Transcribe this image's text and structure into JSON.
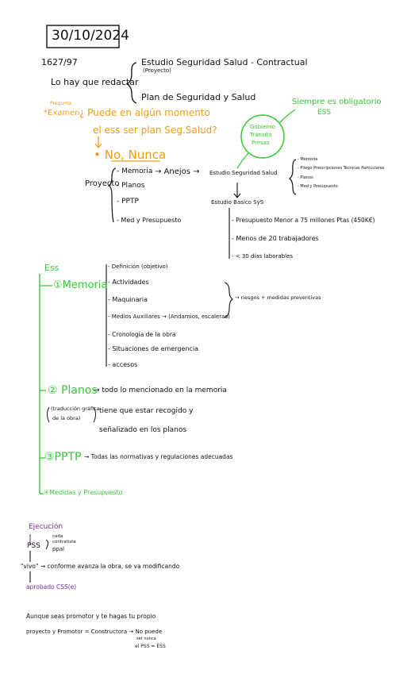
{
  "palette": {
    "black": "#111111",
    "orange": "#f39c12",
    "green": "#37c837",
    "purple": "#7a2aa0"
  },
  "date": "30/10/2024",
  "header": {
    "law": "1627/97",
    "lo_hay": "Lo hay que redactar",
    "branch1": "Estudio Seguridad Salud - Contractual",
    "branch1_sub": "(Proyecto)",
    "branch2": "Plan de Seguridad y Salud",
    "green_note_1": "Siempre es obligatorio",
    "green_note_2": "ESS",
    "circle_lines": [
      "Gobierno",
      "Tránsito",
      "Presas"
    ]
  },
  "exam": {
    "label_small": "Pregunta",
    "label": "*Examen",
    "q1": "¿ Puede en algún momento",
    "q2": "el ess ser plan Seg.Salud?",
    "answer": "• No, Nunca"
  },
  "proyecto": {
    "label": "Proyecto",
    "items": [
      "- Memoria",
      "- Planos",
      "- PPTP",
      "- Med y Presupuesto"
    ],
    "anejos": "→ Anejos →",
    "ess": "Estudio Seguridad Salud",
    "ess_items": [
      "- Memoria",
      "- Pliego Prescripciones Técnicas Particulares",
      "- Planos",
      "- Med y Presupuesto"
    ],
    "basico": "Estudio Basico SyS",
    "basico_items": [
      "- Presupuesto Menor a 75 millones Ptas (450K€)",
      "- Menos de 20 trabajadores",
      "- < 30 días laborables"
    ]
  },
  "ess_section": {
    "label": "Ess",
    "memoria": "①Memoria",
    "memoria_items": [
      "- Definición (objetivo)",
      "- Actividades",
      "- Maquinaria",
      "- Medios Auxiliares → (Andamios, escaleras)",
      "- Cronología de la obra",
      "- Situaciones de emergencia",
      "- accesos"
    ],
    "riesgos": "→ riesgos + medidas preventivas",
    "planos": "② Planos",
    "planos_desc1": "→ todo lo mencionado en la memoria",
    "planos_desc2": "tiene que estar recogido y",
    "planos_desc3": "señalizado en los planos",
    "planos_note": [
      "(traducción gráfica",
      "de la obra)"
    ],
    "pptp": "③PPTP",
    "pptp_desc": "→ Todas las normativas y regulaciones adecuadas",
    "medidas": "④Medidas y Presupuesto"
  },
  "ejecucion": {
    "title": "Ejecución",
    "pss": "PSS",
    "pss_notes": [
      "cada",
      "contratista",
      "ppal"
    ],
    "vivo": "\"vivo\" → conforme avanza la obra, se va modificando",
    "aprobado": "aprobado CSS(e)"
  },
  "footer": {
    "line1": "Aunque seas promotor y te hagas tu propio",
    "line2": "proyecto y Promotor = Constructora → No puede",
    "line3": "ser nunca",
    "line4": "el PSS = ESS"
  }
}
